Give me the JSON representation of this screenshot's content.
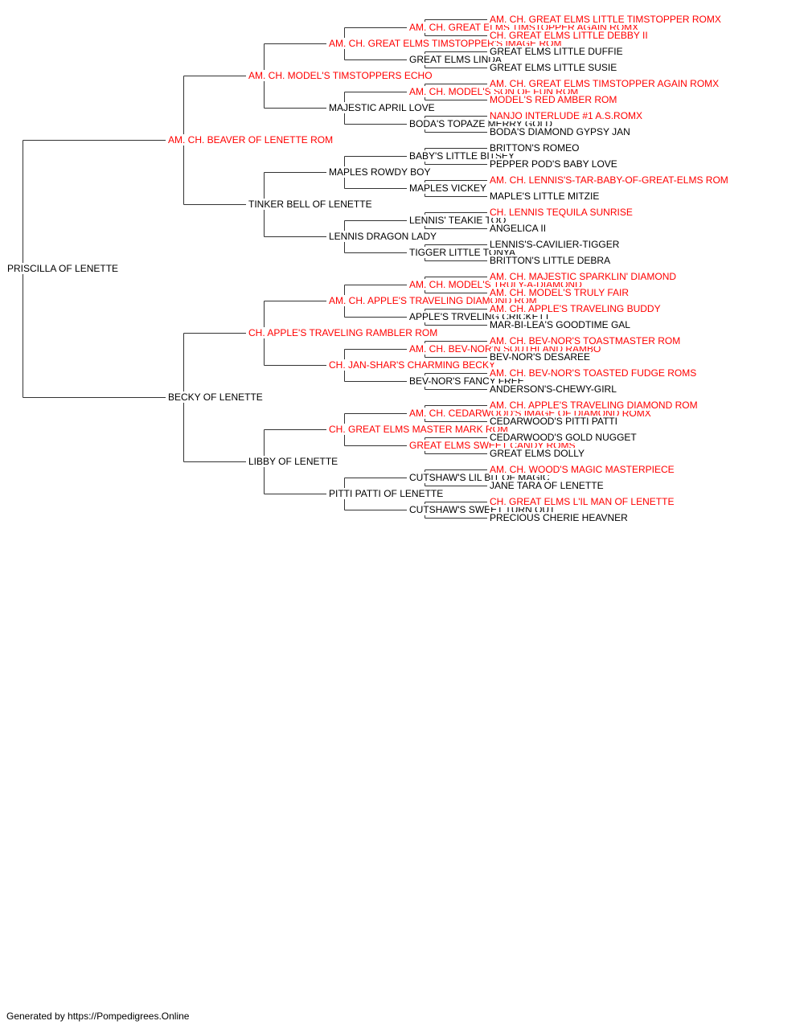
{
  "colors": {
    "champion": "#ff0000",
    "regular": "#000000",
    "line": "#333333"
  },
  "pedigree": {
    "root": {
      "name": "PRISCILLA OF LENETTE",
      "red": false,
      "sire": {
        "name": "AM. CH. BEAVER OF LENETTE ROM",
        "red": true,
        "sire": {
          "name": "AM. CH. MODEL'S TIMSTOPPERS ECHO",
          "red": true,
          "sire": {
            "name": "AM. CH. GREAT ELMS TIMSTOPPER'S IMAGE ROM",
            "red": true,
            "sire": {
              "name": "AM. CH. GREAT ELMS TIMSTOPPER AGAIN ROMX",
              "red": true,
              "sire": {
                "name": "AM. CH. GREAT ELMS LITTLE TIMSTOPPER ROMX",
                "red": true
              },
              "dam": {
                "name": "CH. GREAT ELMS LITTLE DEBBY II",
                "red": true
              }
            },
            "dam": {
              "name": "GREAT ELMS LINDA",
              "red": false,
              "sire": {
                "name": "GREAT ELMS LITTLE DUFFIE",
                "red": false
              },
              "dam": {
                "name": "GREAT ELMS LITTLE SUSIE",
                "red": false
              }
            }
          },
          "dam": {
            "name": "MAJESTIC APRIL LOVE",
            "red": false,
            "sire": {
              "name": "AM. CH. MODEL'S SON OF FUN ROM",
              "red": true,
              "sire": {
                "name": "AM. CH. GREAT ELMS TIMSTOPPER AGAIN ROMX",
                "red": true
              },
              "dam": {
                "name": "MODEL'S RED AMBER ROM",
                "red": true
              }
            },
            "dam": {
              "name": "BODA'S TOPAZE MERRY GOLD",
              "red": false,
              "sire": {
                "name": "NANJO INTERLUDE #1 A.S.ROMX",
                "red": true
              },
              "dam": {
                "name": "BODA'S DIAMOND GYPSY JAN",
                "red": false
              }
            }
          }
        },
        "dam": {
          "name": "TINKER BELL OF LENETTE",
          "red": false,
          "sire": {
            "name": "MAPLES ROWDY BOY",
            "red": false,
            "sire": {
              "name": "BABY'S LITTLE BITSEY",
              "red": false,
              "sire": {
                "name": "BRITTON'S ROMEO",
                "red": false
              },
              "dam": {
                "name": "PEPPER POD'S BABY LOVE",
                "red": false
              }
            },
            "dam": {
              "name": "MAPLES VICKEY",
              "red": false,
              "sire": {
                "name": "AM. CH. LENNIS'S-TAR-BABY-OF-GREAT-ELMS ROM",
                "red": true
              },
              "dam": {
                "name": "MAPLE'S LITTLE MITZIE",
                "red": false
              }
            }
          },
          "dam": {
            "name": "LENNIS DRAGON LADY",
            "red": false,
            "sire": {
              "name": "LENNIS' TEAKIE TOO",
              "red": false,
              "sire": {
                "name": "CH. LENNIS TEQUILA SUNRISE",
                "red": true
              },
              "dam": {
                "name": "ANGELICA II",
                "red": false
              }
            },
            "dam": {
              "name": "TIGGER LITTLE TONYA",
              "red": false,
              "sire": {
                "name": "LENNIS'S-CAVILIER-TIGGER",
                "red": false
              },
              "dam": {
                "name": "BRITTON'S LITTLE DEBRA",
                "red": false
              }
            }
          }
        }
      },
      "dam": {
        "name": "BECKY OF LENETTE",
        "red": false,
        "sire": {
          "name": "CH. APPLE'S TRAVELING RAMBLER ROM",
          "red": true,
          "sire": {
            "name": "AM. CH. APPLE'S TRAVELING DIAMOND ROM",
            "red": true,
            "sire": {
              "name": "AM. CH. MODEL'S TRULY-A-DIAMOND",
              "red": true,
              "sire": {
                "name": "AM. CH. MAJESTIC SPARKLIN' DIAMOND",
                "red": true
              },
              "dam": {
                "name": "AM. CH. MODEL'S TRULY FAIR",
                "red": true
              }
            },
            "dam": {
              "name": "APPLE'S TRVELING CRICKETT",
              "red": false,
              "sire": {
                "name": "AM. CH. APPLE'S TRAVELING BUDDY",
                "red": true
              },
              "dam": {
                "name": "MAR-BI-LEA'S GOODTIME GAL",
                "red": false
              }
            }
          },
          "dam": {
            "name": "CH. JAN-SHAR'S CHARMING BECKY",
            "red": true,
            "sire": {
              "name": "AM. CH. BEV-NOR'N SOUTHLAND RAMBO",
              "red": true,
              "sire": {
                "name": "AM. CH. BEV-NOR'S TOASTMASTER ROM",
                "red": true
              },
              "dam": {
                "name": "BEV-NOR'S DESAREE",
                "red": false
              }
            },
            "dam": {
              "name": "BEV-NOR'S FANCY FREE",
              "red": false,
              "sire": {
                "name": "AM. CH. BEV-NOR'S TOASTED FUDGE ROMS",
                "red": true
              },
              "dam": {
                "name": "ANDERSON'S-CHEWY-GIRL",
                "red": false
              }
            }
          }
        },
        "dam": {
          "name": "LIBBY OF LENETTE",
          "red": false,
          "sire": {
            "name": "CH. GREAT ELMS MASTER MARK ROM",
            "red": true,
            "sire": {
              "name": "AM. CH. CEDARWOOD'S IMAGE OF DIAMOND ROMX",
              "red": true,
              "sire": {
                "name": "AM. CH. APPLE'S TRAVELING DIAMOND ROM",
                "red": true
              },
              "dam": {
                "name": "CEDARWOOD'S PITTI PATTI",
                "red": false
              }
            },
            "dam": {
              "name": "GREAT ELMS SWEET CANDY ROMS",
              "red": true,
              "sire": {
                "name": "CEDARWOOD'S GOLD NUGGET",
                "red": false
              },
              "dam": {
                "name": "GREAT ELMS DOLLY",
                "red": false
              }
            }
          },
          "dam": {
            "name": "PITTI PATTI OF LENETTE",
            "red": false,
            "sire": {
              "name": "CUTSHAW'S LIL BIT OF MAGIC",
              "red": false,
              "sire": {
                "name": "AM. CH. WOOD'S MAGIC MASTERPIECE",
                "red": true
              },
              "dam": {
                "name": "JANE TARA OF LENETTE",
                "red": false
              }
            },
            "dam": {
              "name": "CUTSHAW'S SWEET TURN OUT",
              "red": false,
              "sire": {
                "name": "CH. GREAT ELMS L'IL MAN OF LENETTE",
                "red": true
              },
              "dam": {
                "name": "PRECIOUS CHERIE HEAVNER",
                "red": false
              }
            }
          }
        }
      }
    }
  },
  "footer": {
    "text": "Generated by https://Pompedigrees.Online"
  }
}
